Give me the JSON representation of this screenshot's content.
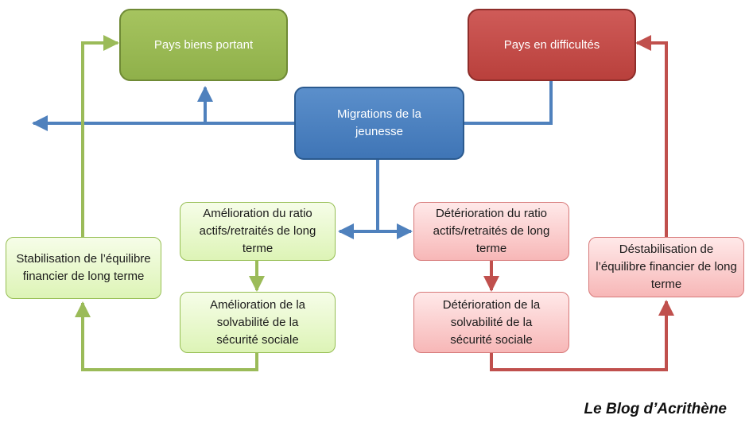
{
  "diagram": {
    "nodes": {
      "pays_biens_portant": "Pays biens portant",
      "pays_en_difficultes": "Pays en difficultés",
      "migrations": "Migrations de la jeunesse",
      "amelioration_ratio": "Amélioration du ratio actifs/retraités de long terme",
      "amelioration_solvabilite": "Amélioration de la solvabilité de la sécurité sociale",
      "stabilisation": "Stabilisation  de l’équilibre financier de long terme",
      "deterioration_ratio": "Détérioration du ratio actifs/retraités de long terme",
      "deterioration_solvabilite": "Détérioration de la solvabilité de la sécurité sociale",
      "destabilisation": "Déstabilisation de l’équilibre financier de long terme"
    },
    "colors": {
      "green": "#9bbb59",
      "red": "#c0504d",
      "blue": "#4f81bd"
    },
    "credit": "Le Blog d’Acrithène"
  }
}
